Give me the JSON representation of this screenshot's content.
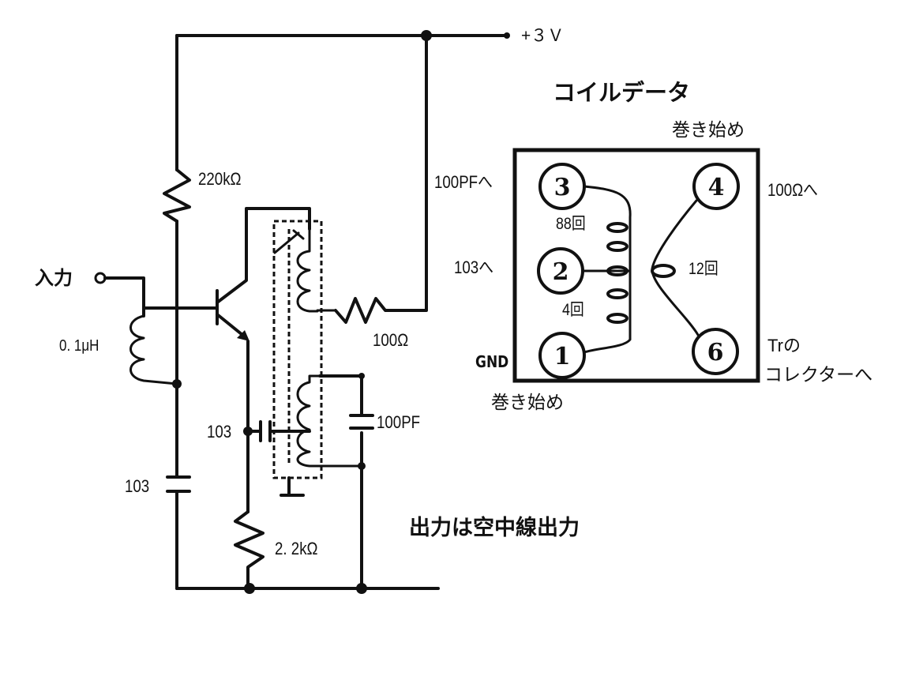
{
  "schematic": {
    "supply_label": "+３Ｖ",
    "input_label": "入力",
    "r1_label": "220kΩ",
    "l1_label": "0. 1μH",
    "r2_label": "100Ω",
    "c_emitter_label": "103",
    "c_base_label": "103",
    "c_tank_label": "100PF",
    "r3_label": "2. 2kΩ",
    "output_note": "出力は空中線出力"
  },
  "coil_data": {
    "title": "コイルデータ",
    "top_start_label": "巻き始め",
    "bottom_start_label": "巻き始め",
    "pins": [
      {
        "number": "3",
        "note": "100PFへ"
      },
      {
        "number": "2",
        "note": "103へ"
      },
      {
        "number": "1",
        "note": "GND"
      },
      {
        "number": "4",
        "note": "100Ωへ"
      },
      {
        "number": "6",
        "note_line1": "Trの",
        "note_line2": "コレクターへ"
      }
    ],
    "primary_upper_turns": "88回",
    "primary_lower_turns": "4回",
    "secondary_turns": "12回"
  }
}
